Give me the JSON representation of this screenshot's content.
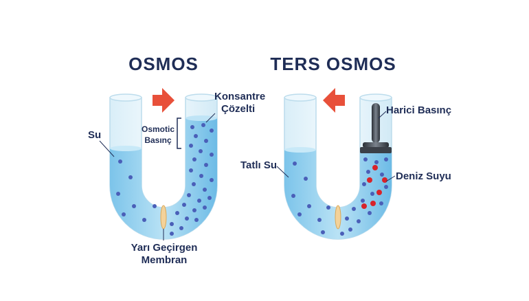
{
  "titles": {
    "left": "OSMOS",
    "right": "TERS OSMOS"
  },
  "labels": {
    "su": "Su",
    "konsantre_line1": "Konsantre",
    "konsantre_line2": "Çözelti",
    "osmotic_line1": "Osmotic",
    "osmotic_line2": "Basınç",
    "membran_line1": "Yarı Geçirgen",
    "membran_line2": "Membran",
    "harici": "Harici Basınç",
    "tatli": "Tatlı Su",
    "deniz": "Deniz Suyu"
  },
  "arrows": {
    "left_diagram": "right",
    "right_diagram": "left"
  },
  "colors": {
    "title": "#1f2d56",
    "arrow": "#e8503a",
    "water": "#9fd3ee",
    "water_dark": "#5fb0e0",
    "molecule": "#4a5fb8",
    "salt": "#d8232a",
    "membrane": "#f3d29a",
    "tube_glass": "#e9f5fb"
  }
}
